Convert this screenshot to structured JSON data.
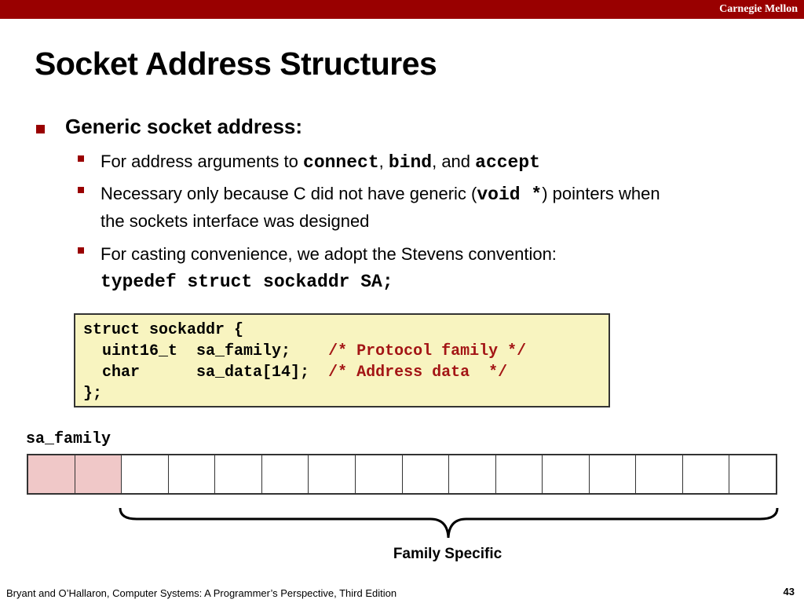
{
  "header": {
    "org": "Carnegie Mellon"
  },
  "slide": {
    "title": "Socket Address Structures",
    "main_bullet": "Generic socket address:",
    "sub1": {
      "prefix": "For address arguments to ",
      "c1": "connect",
      "sep1": ", ",
      "c2": "bind",
      "sep2": ", and ",
      "c3": "accept"
    },
    "sub2": {
      "prefix": "Necessary only because C did not have generic (",
      "code": "void *",
      "suffix": ") pointers when",
      "line2": "the sockets interface was designed"
    },
    "sub3": {
      "text": "For casting convenience, we adopt the Stevens convention:"
    },
    "typedef": "typedef struct sockaddr SA;"
  },
  "code": {
    "line1": "struct sockaddr {",
    "line2_code": "  uint16_t  sa_family;    ",
    "line2_comment": "/* Protocol family */",
    "line3_code": "  char      sa_data[14];  ",
    "line3_comment": "/* Address data  */",
    "line4": "};"
  },
  "diagram": {
    "label": "sa_family",
    "brace_label": "Family Specific",
    "byte_count": 16,
    "family_bytes": 2,
    "family_color": "#f0c8c8"
  },
  "footer": {
    "citation": "Bryant and O’Hallaron, Computer Systems: A Programmer’s Perspective, Third Edition",
    "page": "43"
  },
  "colors": {
    "brand": "#990000",
    "code_bg": "#f8f4c0",
    "comment": "#a31515"
  }
}
